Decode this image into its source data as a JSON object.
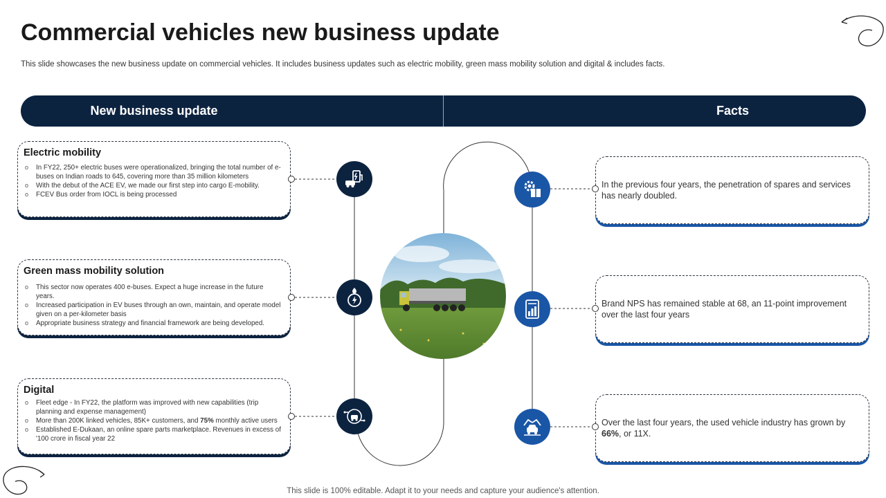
{
  "title": "Commercial vehicles new business update",
  "subtitle": "This slide showcases the new business update on commercial vehicles. It includes business updates such as electric mobility, green mass mobility solution and digital & includes facts.",
  "header": {
    "left": "New business update",
    "right": "Facts"
  },
  "updates": [
    {
      "title": "Electric mobility",
      "icon": "ev-charging-icon",
      "bullets": [
        "In FY22, 250+ electric buses were operationalized, bringing the total number of e-buses on Indian roads to 645, covering more than 35 million kilometers",
        "With the debut of the ACE EV, we made our first step into cargo E-mobility.",
        "FCEV Bus order from IOCL is being processed"
      ]
    },
    {
      "title": "Green mass mobility solution",
      "icon": "green-energy-icon",
      "bullets": [
        "This sector now operates 400 e-buses. Expect a huge increase in the future years.",
        "Increased participation in EV buses through an own, maintain, and operate model given on a per-kilometer basis",
        "Appropriate business strategy and financial framework are being developed."
      ]
    },
    {
      "title": "Digital",
      "icon": "digital-vehicle-icon",
      "bullets": [
        "Fleet edge - In FY22, the platform was improved with new capabilities (trip planning and expense management)",
        "More than 200K linked vehicles, 85K+ customers, and ",
        "Established E-Dukaan, an online spare parts marketplace. Revenues in excess of '100 crore in fiscal year 22"
      ],
      "bullet2_bold": "75%",
      "bullet2_tail": " monthly active users"
    }
  ],
  "facts": [
    {
      "icon": "gear-box-icon",
      "text": "In the previous four years, the penetration of spares and services has nearly doubled."
    },
    {
      "icon": "bar-chart-icon",
      "text": "Brand NPS has remained stable at 68, an 11-point improvement over the last four years"
    },
    {
      "icon": "used-vehicle-icon",
      "text_before": "Over the last four years, the used vehicle industry has grown by ",
      "text_bold": "66%",
      "text_after": ", or 11X."
    }
  ],
  "footer": "This slide is 100% editable. Adapt it to your needs and capture your audience's attention.",
  "colors": {
    "navy": "#0c2340",
    "blue": "#1a56a6"
  }
}
